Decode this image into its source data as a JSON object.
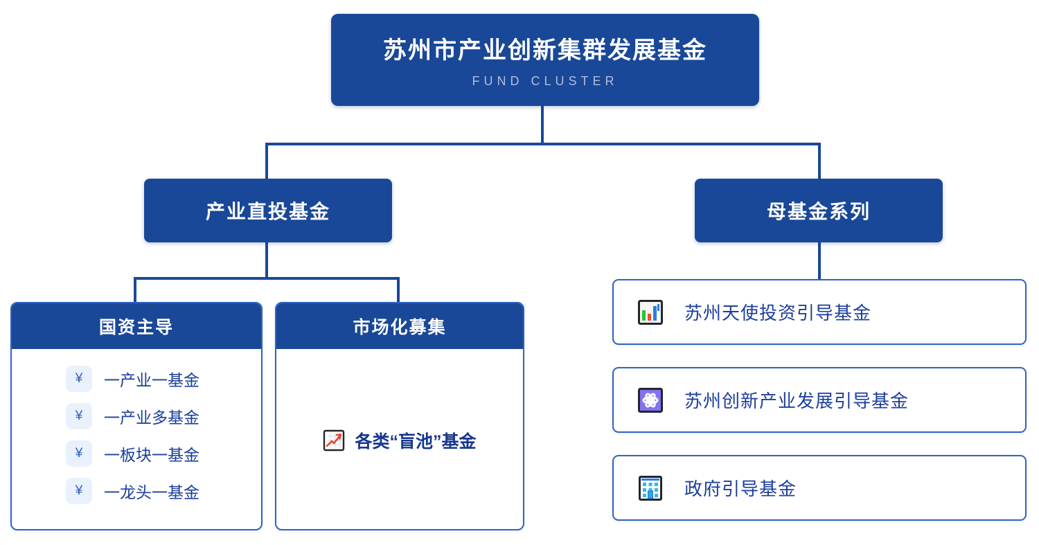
{
  "colors": {
    "primary": "#1A4898",
    "card_border": "#2F62C5",
    "text_blue": "#1C3E9C",
    "market_text": "#16368F",
    "chip_bg": "#E9F1FC",
    "chip_symbol": "#2F63C0",
    "subtitle": "#AEBFDE"
  },
  "root": {
    "title": "苏州市产业创新集群发展基金",
    "subtitle": "FUND CLUSTER"
  },
  "level2": {
    "direct_label": "产业直投基金",
    "fof_label": "母基金系列"
  },
  "direct_children": {
    "guozi": {
      "title": "国资主导",
      "yen_symbol": "¥",
      "items": [
        {
          "icon": "yen-icon",
          "label": "一产业一基金"
        },
        {
          "icon": "yen-icon",
          "label": "一产业多基金"
        },
        {
          "icon": "yen-icon",
          "label": "一板块一基金"
        },
        {
          "icon": "yen-icon",
          "label": "一龙头一基金"
        }
      ]
    },
    "market": {
      "title": "市场化募集",
      "item": {
        "icon": "chart-up-icon",
        "label": "各类“盲池”基金"
      }
    }
  },
  "fof_children": [
    {
      "icon": "bar-chart-icon",
      "label": "苏州天使投资引导基金"
    },
    {
      "icon": "atom-icon",
      "label": "苏州创新产业发展引导基金"
    },
    {
      "icon": "building-icon",
      "label": "政府引导基金"
    }
  ]
}
